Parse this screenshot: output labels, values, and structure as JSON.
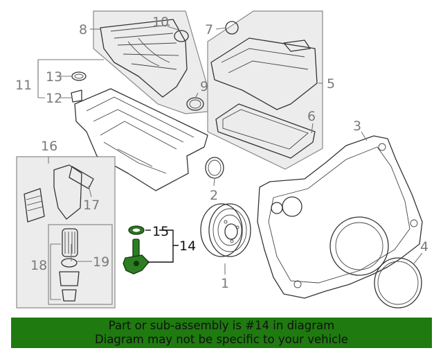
{
  "parts": {
    "p1": "1",
    "p2": "2",
    "p3": "3",
    "p4": "4",
    "p5": "5",
    "p6": "6",
    "p7": "7",
    "p8": "8",
    "p9": "9",
    "p10": "10",
    "p11": "11",
    "p12": "12",
    "p13": "13",
    "p14": "14",
    "p15": "15",
    "p16": "16",
    "p17": "17",
    "p18": "18",
    "p19": "19"
  },
  "banner": {
    "line1": "Part or sub-assembly is #14 in diagram",
    "line2": "Diagram may not be specific to your vehicle"
  },
  "colors": {
    "highlight": "#2e7d23",
    "banner": "#1f7a10",
    "panel": "#ececec"
  },
  "highlighted_part": "14"
}
